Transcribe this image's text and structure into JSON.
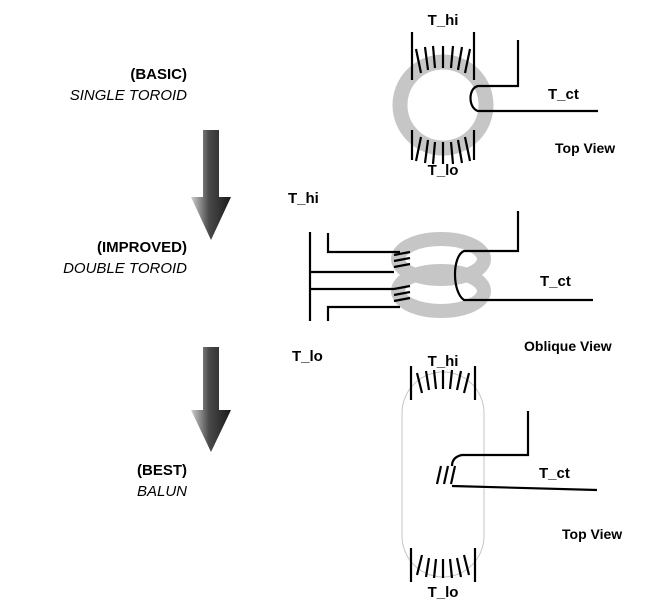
{
  "stages": [
    {
      "level": "(BASIC)",
      "name": "SINGLE TOROID"
    },
    {
      "level": "(IMPROVED)",
      "name": "DOUBLE TOROID"
    },
    {
      "level": "(BEST)",
      "name": "BALUN"
    }
  ],
  "terminals": {
    "hi": "T_hi",
    "lo": "T_lo",
    "ct": "T_ct"
  },
  "views": {
    "top": "Top View",
    "oblique": "Oblique View"
  },
  "colors": {
    "core": "#c6c6c6",
    "wire": "#000000",
    "arrow_dark": "#2b2b2b",
    "arrow_light": "#9a9a9a"
  }
}
